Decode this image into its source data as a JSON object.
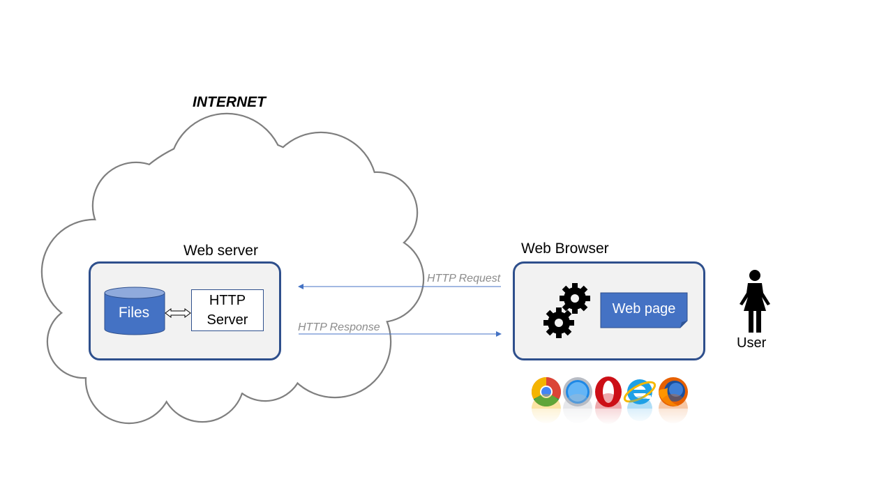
{
  "diagram": {
    "internet_label": "INTERNET",
    "web_server": {
      "title": "Web server",
      "files_label": "Files",
      "http_server_label": "HTTP\nServer"
    },
    "web_browser": {
      "title": "Web Browser",
      "webpage_label": "Web page"
    },
    "http_request_label": "HTTP Request",
    "http_response_label": "HTTP Response",
    "user_label": "User",
    "browsers": [
      "chrome-icon",
      "safari-icon",
      "opera-icon",
      "ie-icon",
      "firefox-icon"
    ]
  },
  "colors": {
    "panel_border": "#2e4f8c",
    "panel_fill": "#f2f2f2",
    "shape_fill": "#4472c4",
    "arrow": "#4472c4",
    "cloud_stroke": "#7f7f7f",
    "protocol_text": "#8c8c8c"
  }
}
